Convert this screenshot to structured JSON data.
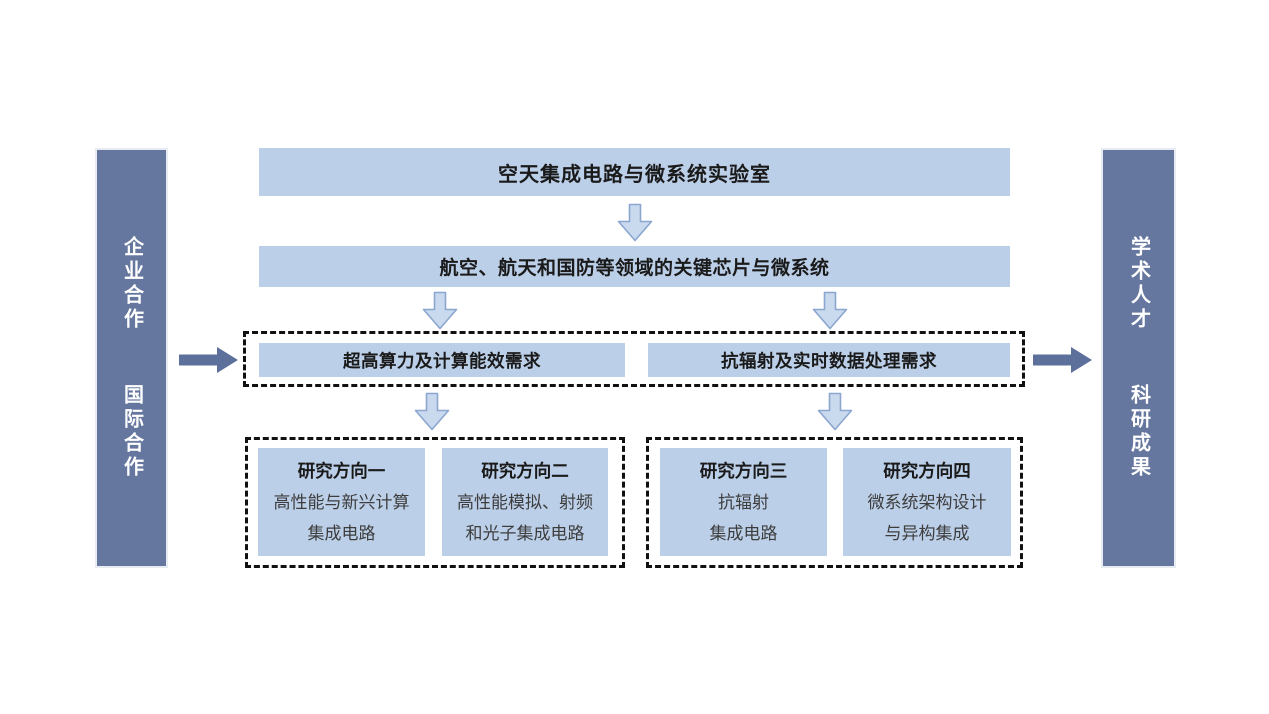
{
  "colors": {
    "box_fill": "#bccfe8",
    "bar_fill": "#65779f",
    "bar_text": "#ffffff",
    "solid_arrow": "#5d709c",
    "down_arrow_fill": "#c9d9ee",
    "down_arrow_stroke": "#8ba6cf",
    "dashed_border": "#111111",
    "title_text": "#1a1a1a",
    "body_text": "#3d3d3d",
    "page_bg": "#ffffff"
  },
  "left_bar": {
    "lines": [
      "企业合作",
      "国际合作"
    ]
  },
  "right_bar": {
    "lines": [
      "学术人才",
      "科研成果"
    ]
  },
  "top_box": {
    "label": "空天集成电路与微系统实验室"
  },
  "domain_box": {
    "label": "航空、航天和国防等领域的关键芯片与微系统"
  },
  "needs": [
    {
      "label": "超高算力及计算能效需求"
    },
    {
      "label": "抗辐射及实时数据处理需求"
    }
  ],
  "research_directions": [
    {
      "title": "研究方向一",
      "lines": [
        "高性能与新兴计算",
        "集成电路"
      ]
    },
    {
      "title": "研究方向二",
      "lines": [
        "高性能模拟、射频",
        "和光子集成电路"
      ]
    },
    {
      "title": "研究方向三",
      "lines": [
        "抗辐射",
        "集成电路"
      ]
    },
    {
      "title": "研究方向四",
      "lines": [
        "微系统架构设计",
        "与异构集成"
      ]
    }
  ]
}
